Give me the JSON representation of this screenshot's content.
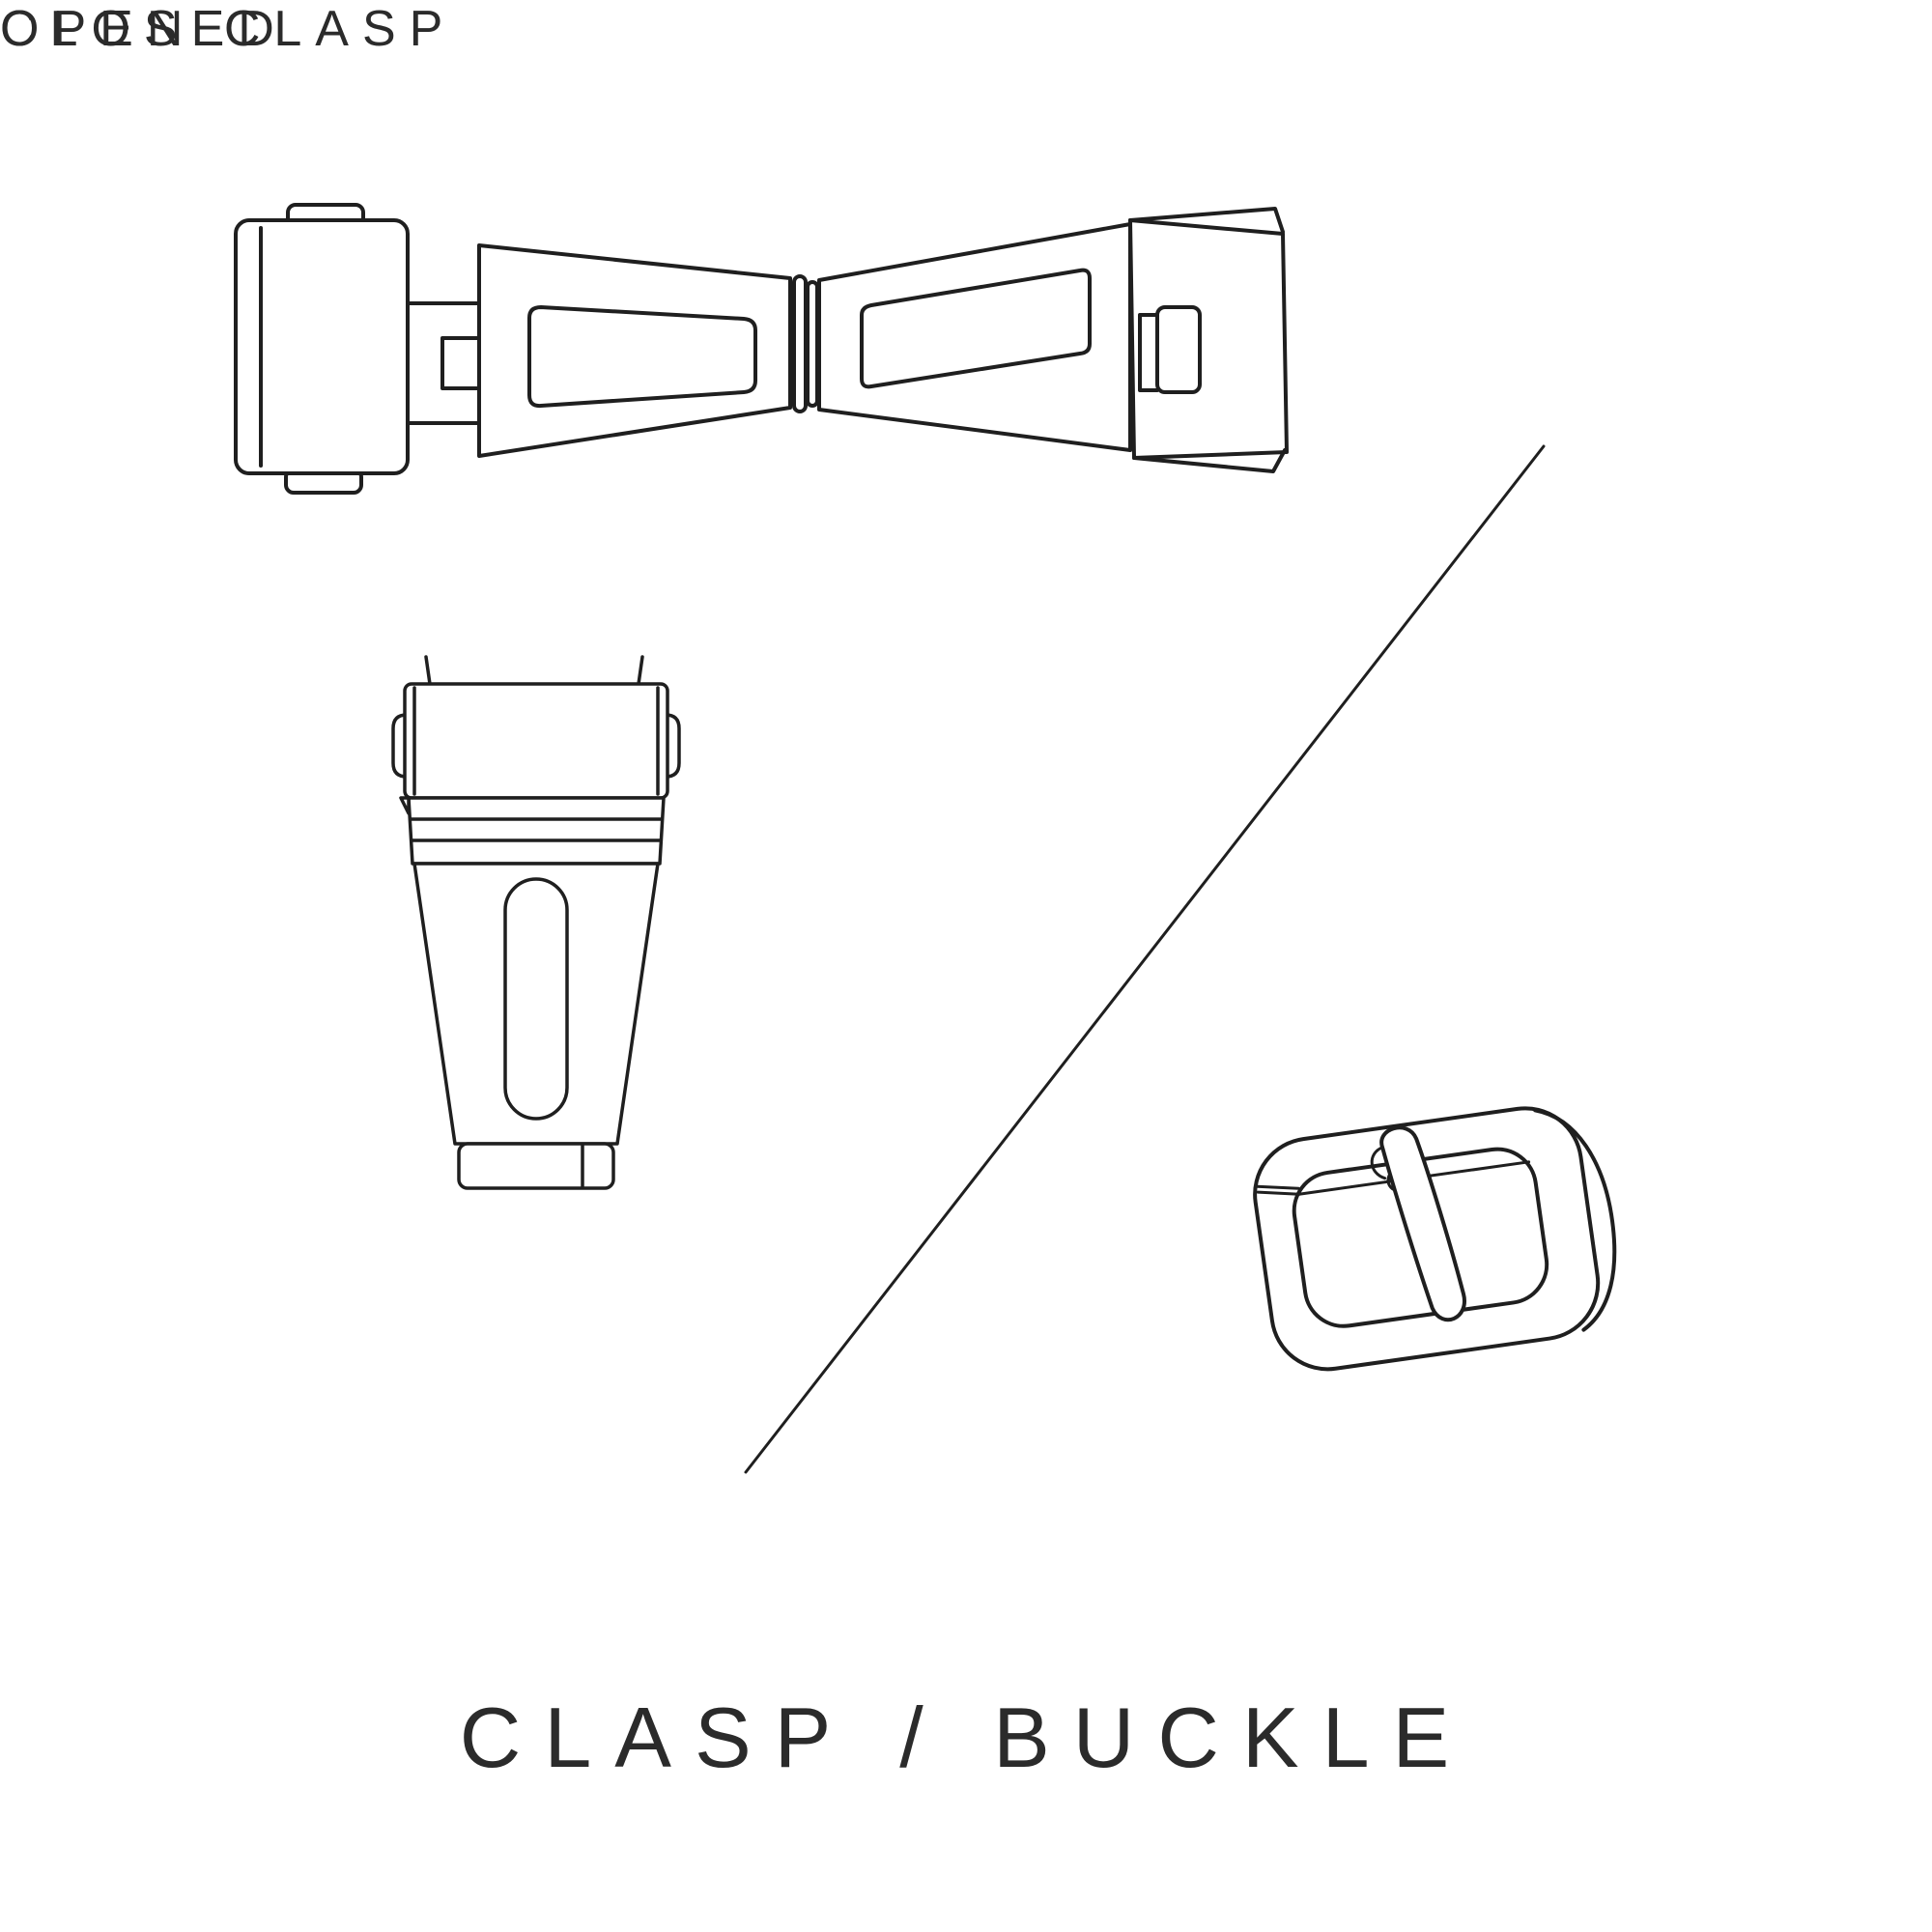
{
  "colors": {
    "background": "#ffffff",
    "ink": "#1f1f1f",
    "text": "#2b2b2b"
  },
  "labels": {
    "open_clasp": "OPEN CLASP",
    "closed": "CLOSED",
    "title": "CLASP / BUCKLE"
  },
  "illustrations": {
    "open_clasp": "open-deployant-clasp-line-drawing",
    "closed_clasp": "closed-clasp-line-drawing",
    "buckle": "tang-buckle-line-drawing",
    "divider": "diagonal-divider-line"
  }
}
